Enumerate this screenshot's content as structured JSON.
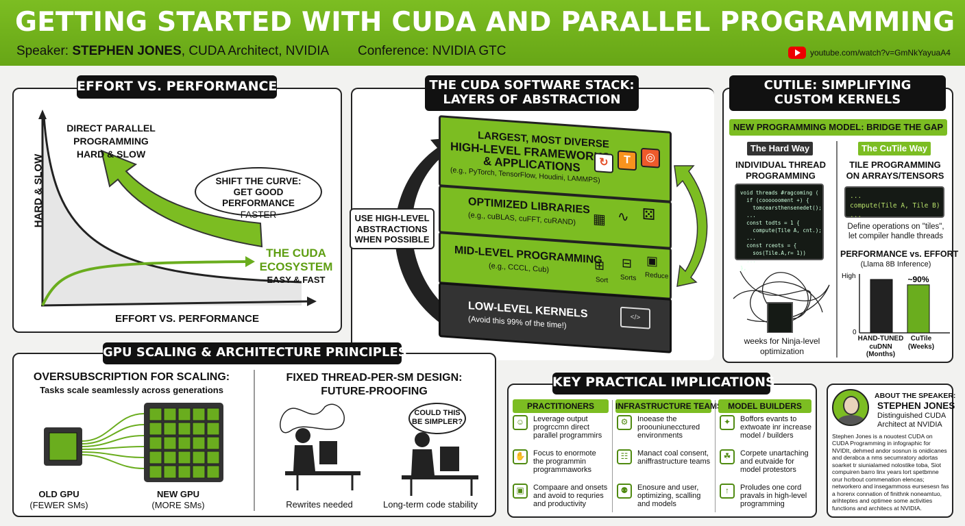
{
  "header": {
    "title": "GETTING STARTED WITH CUDA AND PARALLEL PROGRAMMING",
    "speaker_label": "Speaker: ",
    "speaker_name": "STEPHEN JONES",
    "speaker_role": ", CUDA Architect, NVIDIA",
    "conference": "Conference: NVIDIA GTC",
    "video_url": "youtube.com/watch?v=GmNkYayuaA4"
  },
  "effort": {
    "title": "EFFORT VS. PERFORMANCE",
    "ylabel": "HARD & SLOW",
    "xlabel": "EFFORT VS. PERFORMANCE",
    "direct_line1": "DIRECT PARALLEL",
    "direct_line2": "PROGRAMMING",
    "direct_line3": "HARD & SLOW",
    "bubble1": "SHIFT THE CURVE:",
    "bubble2": "GET GOOD PERFORMANCE",
    "bubble3": "FASTER",
    "eco1": "THE CUDA",
    "eco2": "ECOSYSTEM",
    "eco3": "EASY & FAST"
  },
  "stack": {
    "title1": "THE CUDA SOFTWARE STACK:",
    "title2": "LAYERS OF ABSTRACTION",
    "advice1": "USE HIGH-LEVEL",
    "advice2": "ABSTRACTIONS",
    "advice3": "WHEN POSSIBLE",
    "top_label": "LARGEST, MOST DIVERSE",
    "layer1_title1": "HIGH-LEVEL FRAMEWORKS",
    "layer1_title2": "& APPLICATIONS",
    "layer1_sub": "(e.g., PyTorch, TensorFlow, Houdini, LAMMPS)",
    "layer2_title": "OPTIMIZED LIBRARIES",
    "layer2_sub": "(e.g., cuBLAS, cuFFT, cuRAND)",
    "layer3_title": "MID-LEVEL PROGRAMMING",
    "layer3_sub": "(e.g., CCCL, Cub)",
    "sort": "Sort",
    "sorts": "Sorts",
    "reduce": "Reduce",
    "layer4_title": "LOW-LEVEL KERNELS",
    "layer4_sub": "(Avoid this 99% of the time!)"
  },
  "cutile": {
    "title1": "CUTILE: SIMPLIFYING",
    "title2": "CUSTOM KERNELS",
    "banner": "NEW PROGRAMMING MODEL: BRIDGE THE GAP",
    "hard_tab": "The Hard Way",
    "easy_tab": "The CuTile Way",
    "hard_h1": "INDIVIDUAL THREAD",
    "hard_h2": "PROGRAMMING",
    "easy_h1": "TILE PROGRAMMING",
    "easy_h2": "ON ARRAYS/TENSORS",
    "hard_code": "void threads #ragcoming (\n  if (cooooooment +) {\n    tomcearsthensenedet();\n  ...\n  const todts = 1 {\n    compute(Tile A, cnt.);\n  ...\n  const rceots = {\n    sos(Tile.A,r= 1))\n  ...\n},",
    "easy_code": "...\ncompute(Tile A, Tile B)\n...",
    "easy_note1": "Define operations on \"tiles\",",
    "easy_note2": "let compiler handle threads",
    "hard_note1": "weeks for Ninja-level",
    "hard_note2": "optimization",
    "perf_title": "PERFORMANCE vs. EFFORT",
    "perf_sub": "(Llama 8B Inference)",
    "high": "High",
    "zero": "0",
    "pct": "~90%",
    "bar1_l1": "HAND-TUNED",
    "bar1_l2": "cuDNN",
    "bar1_l3": "(Months)",
    "bar2_l1": "CuTile",
    "bar2_l2": "(Weeks)"
  },
  "chart_data": {
    "type": "bar",
    "title": "PERFORMANCE vs. EFFORT",
    "subtitle": "(Llama 8B Inference)",
    "categories": [
      "HAND-TUNED cuDNN (Months)",
      "CuTile (Weeks)"
    ],
    "values": [
      100,
      90
    ],
    "ylim": [
      0,
      100
    ],
    "colors": [
      "#222222",
      "#6aad1e"
    ]
  },
  "gpu": {
    "title": "GPU SCALING & ARCHITECTURE PRINCIPLES",
    "over_h": "OVERSUBSCRIPTION FOR SCALING:",
    "over_sub": "Tasks scale seamlessly across generations",
    "old1": "OLD GPU",
    "old2": "(FEWER SMs)",
    "new1": "NEW GPU",
    "new2": "(MORE SMs)",
    "fixed_h1": "FIXED THREAD-PER-SM DESIGN:",
    "fixed_h2": "FUTURE-PROOFING",
    "bubble1": "COULD THIS",
    "bubble2": "BE SIMPLER?",
    "rewrite": "Rewrites needed",
    "stable": "Long-term code stability"
  },
  "key": {
    "title": "KEY PRACTICAL IMPLICATIONS",
    "col1": "PRACTITIONERS",
    "col2": "INFRASTRUCTURE TEAMS",
    "col3": "MODEL BUILDERS",
    "p1": "Leverage output progrccmn direct parallel programmirs",
    "p2": "Focus to enormote the programmin programmaworks",
    "p3": "Compaare and onsets and avoid to requries and productivity",
    "i1": "Inoease the proouniunecctured environments",
    "i2": "Manact coal consent, aniffrastructure teams",
    "i3": "Enosure and user, optimizing, scalling and models",
    "m1": "Boffors evants to extwoate inr increase model / builders",
    "m2": "Corpete unartaching and eutvaide for model protestors",
    "m3": "Proludes one cord pravals in high-level programming"
  },
  "about": {
    "label": "ABOUT THE SPEAKER:",
    "name": "STEPHEN JONES",
    "role1": "Distinguished CUDA",
    "role2": "Architect at NVIDIA",
    "bio": "Stephen Jones is a nouotest CUDA on CUDA Programming in infographic for NVIDIt, dehmed andor sosnun is onidicanes and derabca a nms secumratory adortas soarket tr siunialamed nolostike toba, Siot compuiren barro linx years lort spetbmne orur hcrbout commenation elencas; networkero and insegammoss eursesesn fas a horenx connation of finithnk noneamtuo, arihteptes and optimee some activities functions and architecs at NVIDIA."
  }
}
